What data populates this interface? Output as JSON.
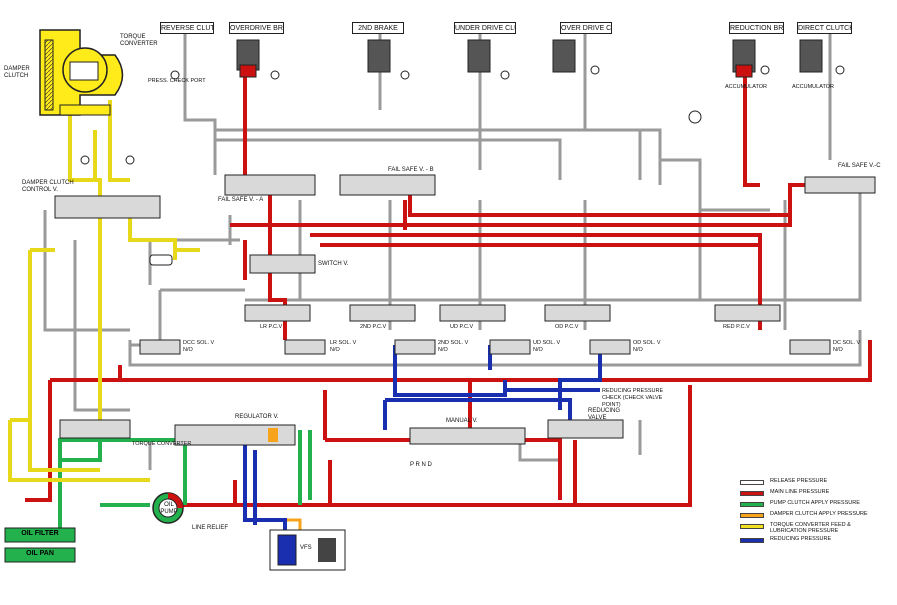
{
  "headers": {
    "reverse_clutch": "REVERSE CLUTCH",
    "overdrive_brake": "OVERDRIVE BRAKE",
    "second_brake": "2ND BRAKE",
    "underdrive_clutch": "UNDER DRIVE CLUTCH",
    "overdrive_clutch": "OVER DRIVE CLUTCH",
    "reduction_brake": "REDUCTION BRAKE",
    "direct_clutch": "DIRECT CLUTCH"
  },
  "labels": {
    "torque_converter": "TORQUE CONVERTER",
    "damper_clutch": "DAMPER CLUTCH",
    "damper_clutch_control_v": "DAMPER CLUTCH CONTROL V.",
    "fail_safe_va": "FAIL SAFE V. - A",
    "fail_safe_vb": "FAIL SAFE V. - B",
    "fail_safe_vc": "FAIL SAFE V.-C",
    "switch_v": "SWITCH V.",
    "lr_pcv": "LR P.C.V",
    "second_pcv": "2ND P.C.V",
    "ud_pcv": "UD P.C.V",
    "od_pcv": "OD P.C.V",
    "red_pcv": "RED P.C.V",
    "dcc_sol": "DCC SOL. V",
    "dcc_sol_sub": "N/O",
    "lr_sol": "LR SOL. V",
    "lr_sol_sub": "N/O",
    "second_sol": "2ND SOL. V",
    "second_sol_sub": "N/O",
    "ud_sol": "UD SOL. V",
    "ud_sol_sub": "N/O",
    "od_sol": "OD SOL. V",
    "od_sol_sub": "N/O",
    "dc_sol": "DC SOL. V",
    "dc_sol_sub": "N/O",
    "regulator_v": "REGULATOR V.",
    "torque_converter_v": "TORQUE CONVERTER",
    "manual_v": "MANUAL V.",
    "prnd": "P R N D",
    "reducing_pressure_check": "REDUCING PRESSURE CHECK (CHECK VALVE POINT)",
    "reducing_valve": "REDUCING VALVE",
    "oil_pump": "OIL PUMP",
    "line_relief": "LINE RELIEF",
    "vfs": "VFS",
    "oil_filter": "OIL FILTER",
    "oil_pan": "OIL PAN",
    "accumulator": "ACCUMULATOR",
    "pressure_check": "PRESS. CHECK PORT"
  },
  "legend": [
    {
      "label": "RELEASE PRESSURE",
      "color": "#ffffff"
    },
    {
      "label": "MAIN LINE PRESSURE",
      "color": "#cc1111"
    },
    {
      "label": "PUMP CLUTCH APPLY PRESSURE",
      "color": "#22b14c"
    },
    {
      "label": "DAMPER CLUTCH APPLY PRESSURE",
      "color": "#f7a31c"
    },
    {
      "label": "TORQUE CONVERTER FEED & LUBRICATION PRESSURE",
      "color": "#f0e020"
    },
    {
      "label": "REDUCING PRESSURE",
      "color": "#1a2fb0"
    }
  ],
  "colors": {
    "release": "#c8c8c8",
    "main_line": "#cc1111",
    "pump": "#22b14c",
    "damper": "#f7a31c",
    "tc_feed": "#f0e020",
    "reducing": "#1a2fb0"
  }
}
